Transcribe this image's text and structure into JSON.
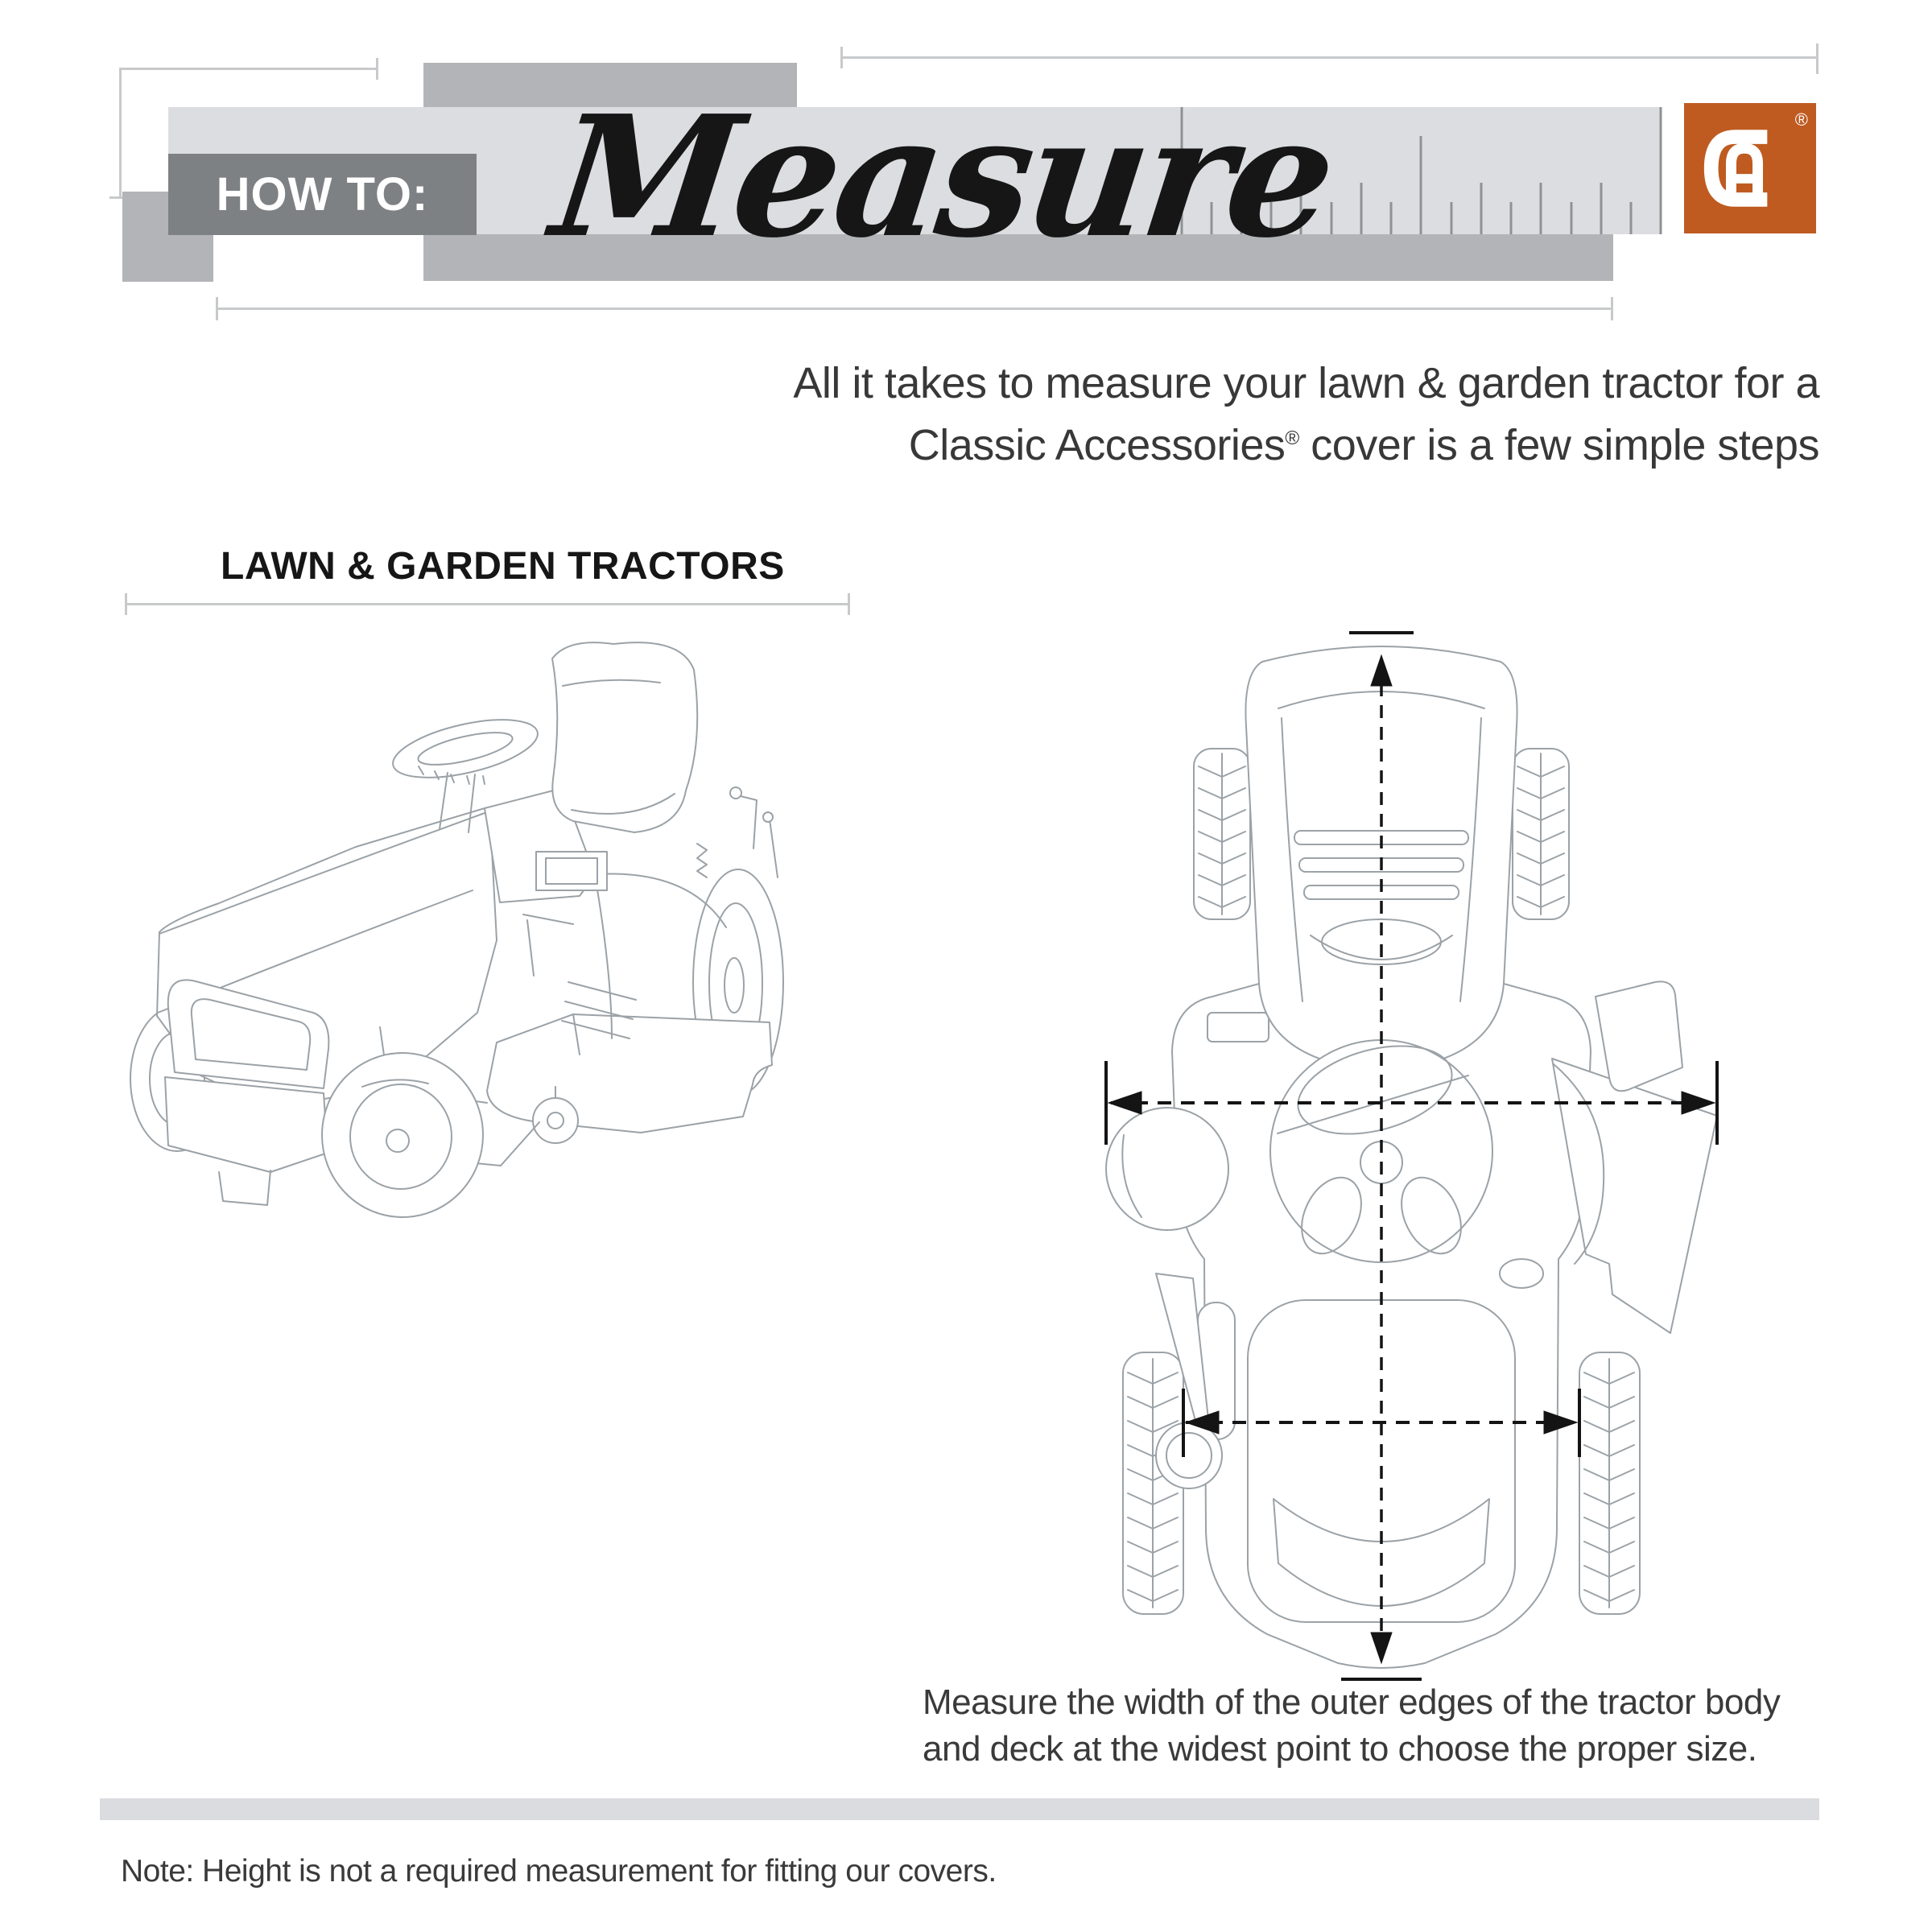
{
  "colors": {
    "band_light": "#dcdde0",
    "band_mid": "#b2b4b7",
    "kicker_bg": "#7e8184",
    "logo_orange": "#bf5b21",
    "line_gray": "#c7c9cb",
    "art_stroke": "#9ba2a7",
    "measure_black": "#141414"
  },
  "header": {
    "kicker": "HOW TO:",
    "title": "Measure",
    "logo_registered": "®"
  },
  "intro": {
    "line1": "All it takes to measure your lawn & garden tractor for a",
    "line2_brand": "Classic Accessories",
    "line2_reg": "®",
    "line2_rest": " cover is a few simple steps"
  },
  "section": {
    "heading": "LAWN & GARDEN TRACTORS"
  },
  "caption": {
    "line1": "Measure the width of the outer edges of the tractor body",
    "line2": "and deck at the widest point to choose the proper size."
  },
  "footnote": "Note: Height is not a required measurement for fitting our covers."
}
